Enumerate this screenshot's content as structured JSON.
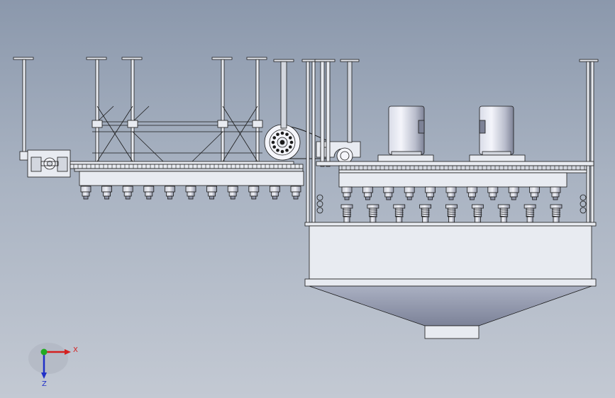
{
  "viewport": {
    "background_top": "#8b98ac",
    "background_bottom": "#c3c9d3"
  },
  "model": {
    "line_color": "#1a1a1a",
    "fill_light": "#e8ebf1",
    "fill_mid": "#d3d7df",
    "fill_shadow": "#8d93a6",
    "motor_highlight": "#f4f5fb",
    "motor_dark": "#7d8296",
    "left_nozzle_count": 11,
    "right_nozzle_count": 11,
    "lower_nozzle_count": 9
  },
  "triad": {
    "x_label": "X",
    "z_label": "Z",
    "x_color": "#d42020",
    "y_color": "#22aa22",
    "z_color": "#2030c8"
  }
}
